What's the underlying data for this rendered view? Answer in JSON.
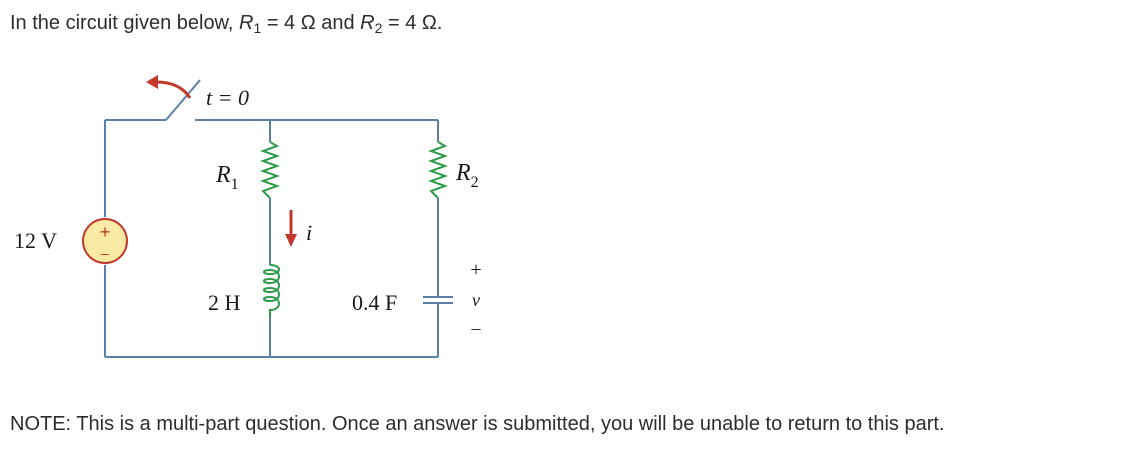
{
  "question": {
    "prefix": "In the circuit given below, ",
    "r1_symbol": "R",
    "r1_sub": "1",
    "r1_value": " = 4 Ω and ",
    "r2_symbol": "R",
    "r2_sub": "2",
    "r2_value": " = 4 Ω."
  },
  "circuit": {
    "switch_label": "t = 0",
    "source_label": "12 V",
    "source_plus": "+",
    "source_minus": "–",
    "r1_label": "R",
    "r1_sub": "1",
    "r2_label": "R",
    "r2_sub": "2",
    "current_label": "i",
    "inductor_label": "2 H",
    "capacitor_label": "0.4 F",
    "voltage_label": "v",
    "voltage_plus": "+",
    "voltage_minus": "–",
    "colors": {
      "wire": "#5b7fa6",
      "resistor": "#2f9a4a",
      "inductor": "#2f9a4a",
      "arrow": "#c0392b",
      "source_fill": "#fbe9a6",
      "source_stroke": "#c0392b"
    }
  },
  "note": "NOTE: This is a multi-part question. Once an answer is submitted, you will be unable to return to this part."
}
